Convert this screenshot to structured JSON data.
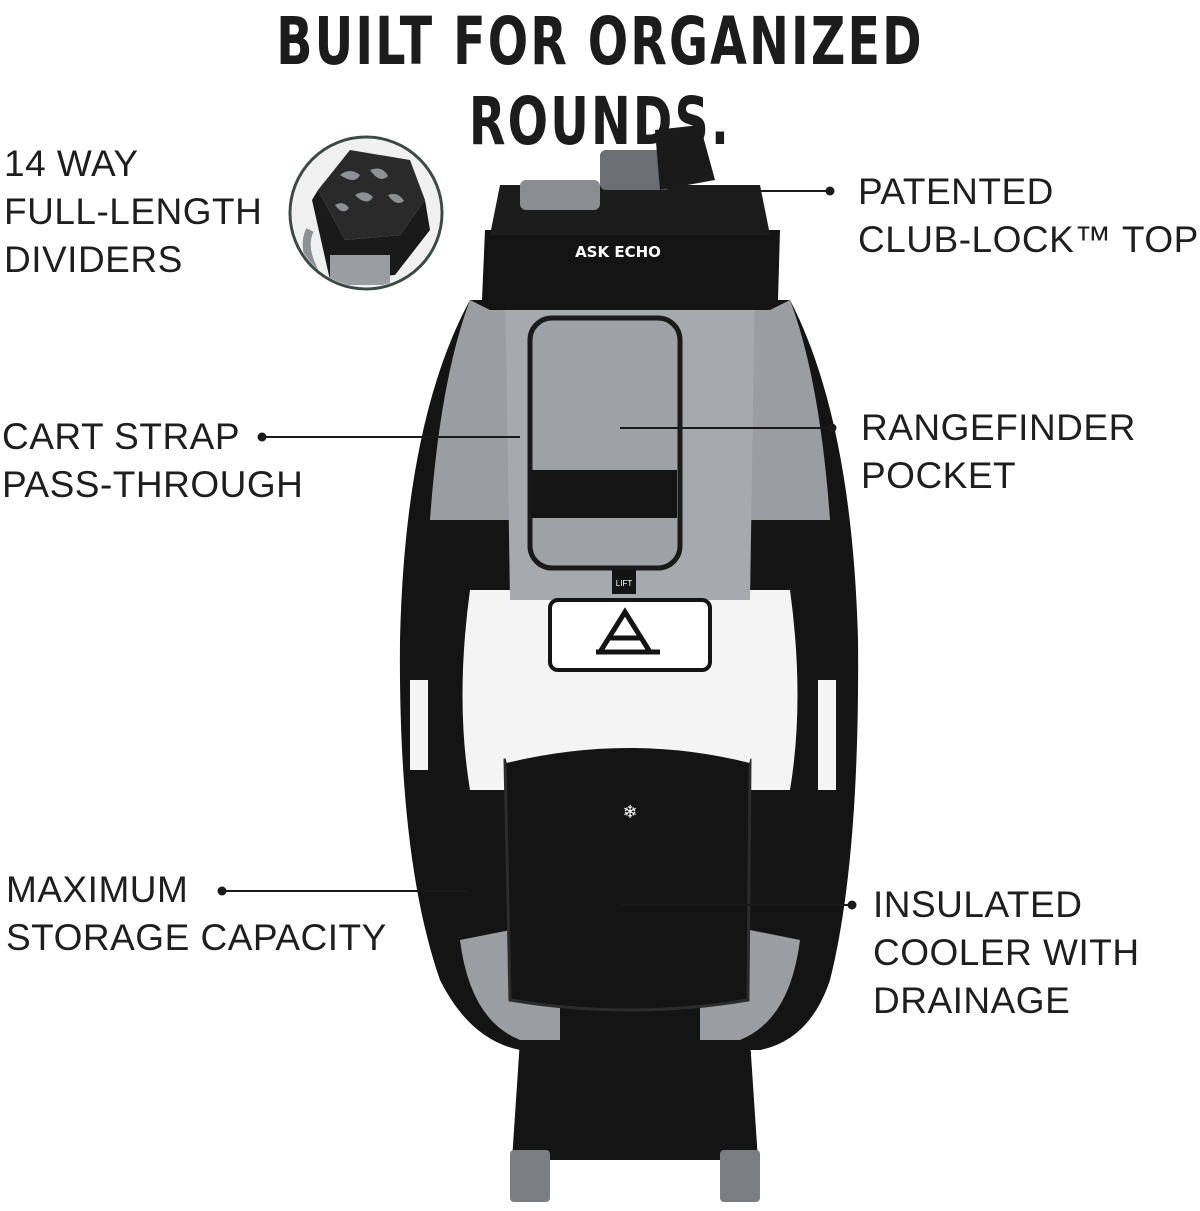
{
  "headline": "BUILT FOR ORGANIZED ROUNDS.",
  "bag_logo_text": "ASK  ECHO",
  "lift_tag": "LIFT",
  "features": {
    "dividers": {
      "lines": [
        "14 WAY",
        "FULL-LENGTH",
        "DIVIDERS"
      ]
    },
    "club_lock": {
      "lines": [
        "PATENTED",
        "CLUB-LOCK™ TOP"
      ]
    },
    "cart_strap": {
      "lines": [
        "CART STRAP",
        "PASS-THROUGH"
      ]
    },
    "rangefinder": {
      "lines": [
        "RANGEFINDER",
        "POCKET"
      ]
    },
    "storage": {
      "lines": [
        "MAXIMUM",
        "STORAGE CAPACITY"
      ]
    },
    "cooler": {
      "lines": [
        "INSULATED",
        "COOLER WITH",
        "DRAINAGE"
      ]
    }
  },
  "colors": {
    "text": "#1e1e1e",
    "bag_black": "#141414",
    "bag_grey": "#9a9da2",
    "bag_white": "#f4f4f4",
    "bag_dark_grey": "#5c5f63"
  }
}
